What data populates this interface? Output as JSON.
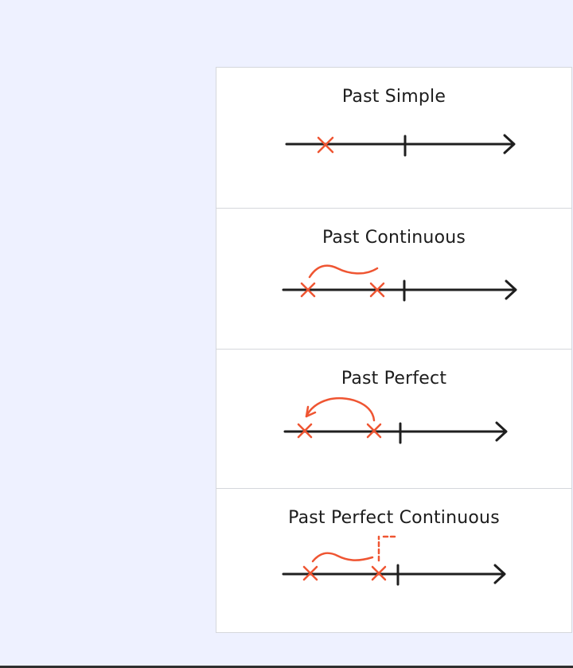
{
  "colors": {
    "timeline": "#1f1f1f",
    "event": "#ef5532"
  },
  "tenses": [
    {
      "title": "Past Simple"
    },
    {
      "title": "Past Continuous"
    },
    {
      "title": "Past Perfect"
    },
    {
      "title": "Past Perfect Continuous"
    }
  ]
}
